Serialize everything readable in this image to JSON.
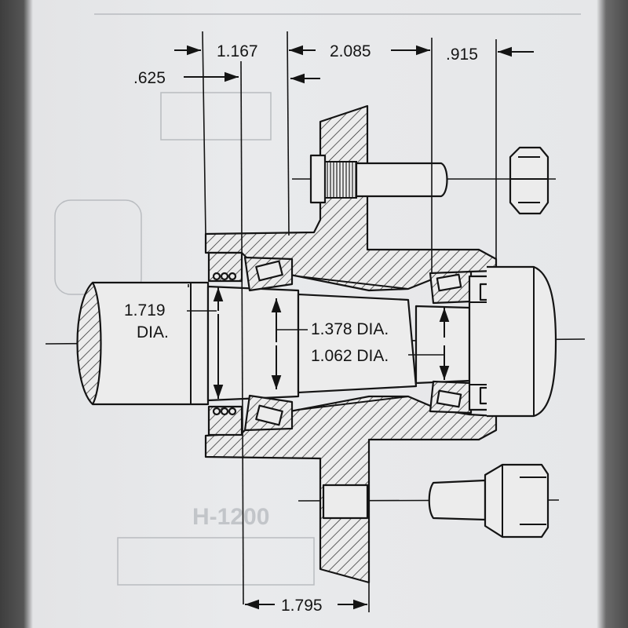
{
  "diagram": {
    "dimensions": {
      "flange_to_hub": ".625",
      "inner_bearing_width": "1.167",
      "bearing_spacing": "2.085",
      "cap_length": ".915",
      "spindle_diameter": "1.719",
      "spindle_diameter_unit": "DIA.",
      "inner_bearing_diameter": "1.378 DIA.",
      "outer_bearing_diameter": "1.062 DIA.",
      "hub_offset": "1.795"
    },
    "colors": {
      "ink": "#141414",
      "paper": "#e9eaec"
    }
  }
}
